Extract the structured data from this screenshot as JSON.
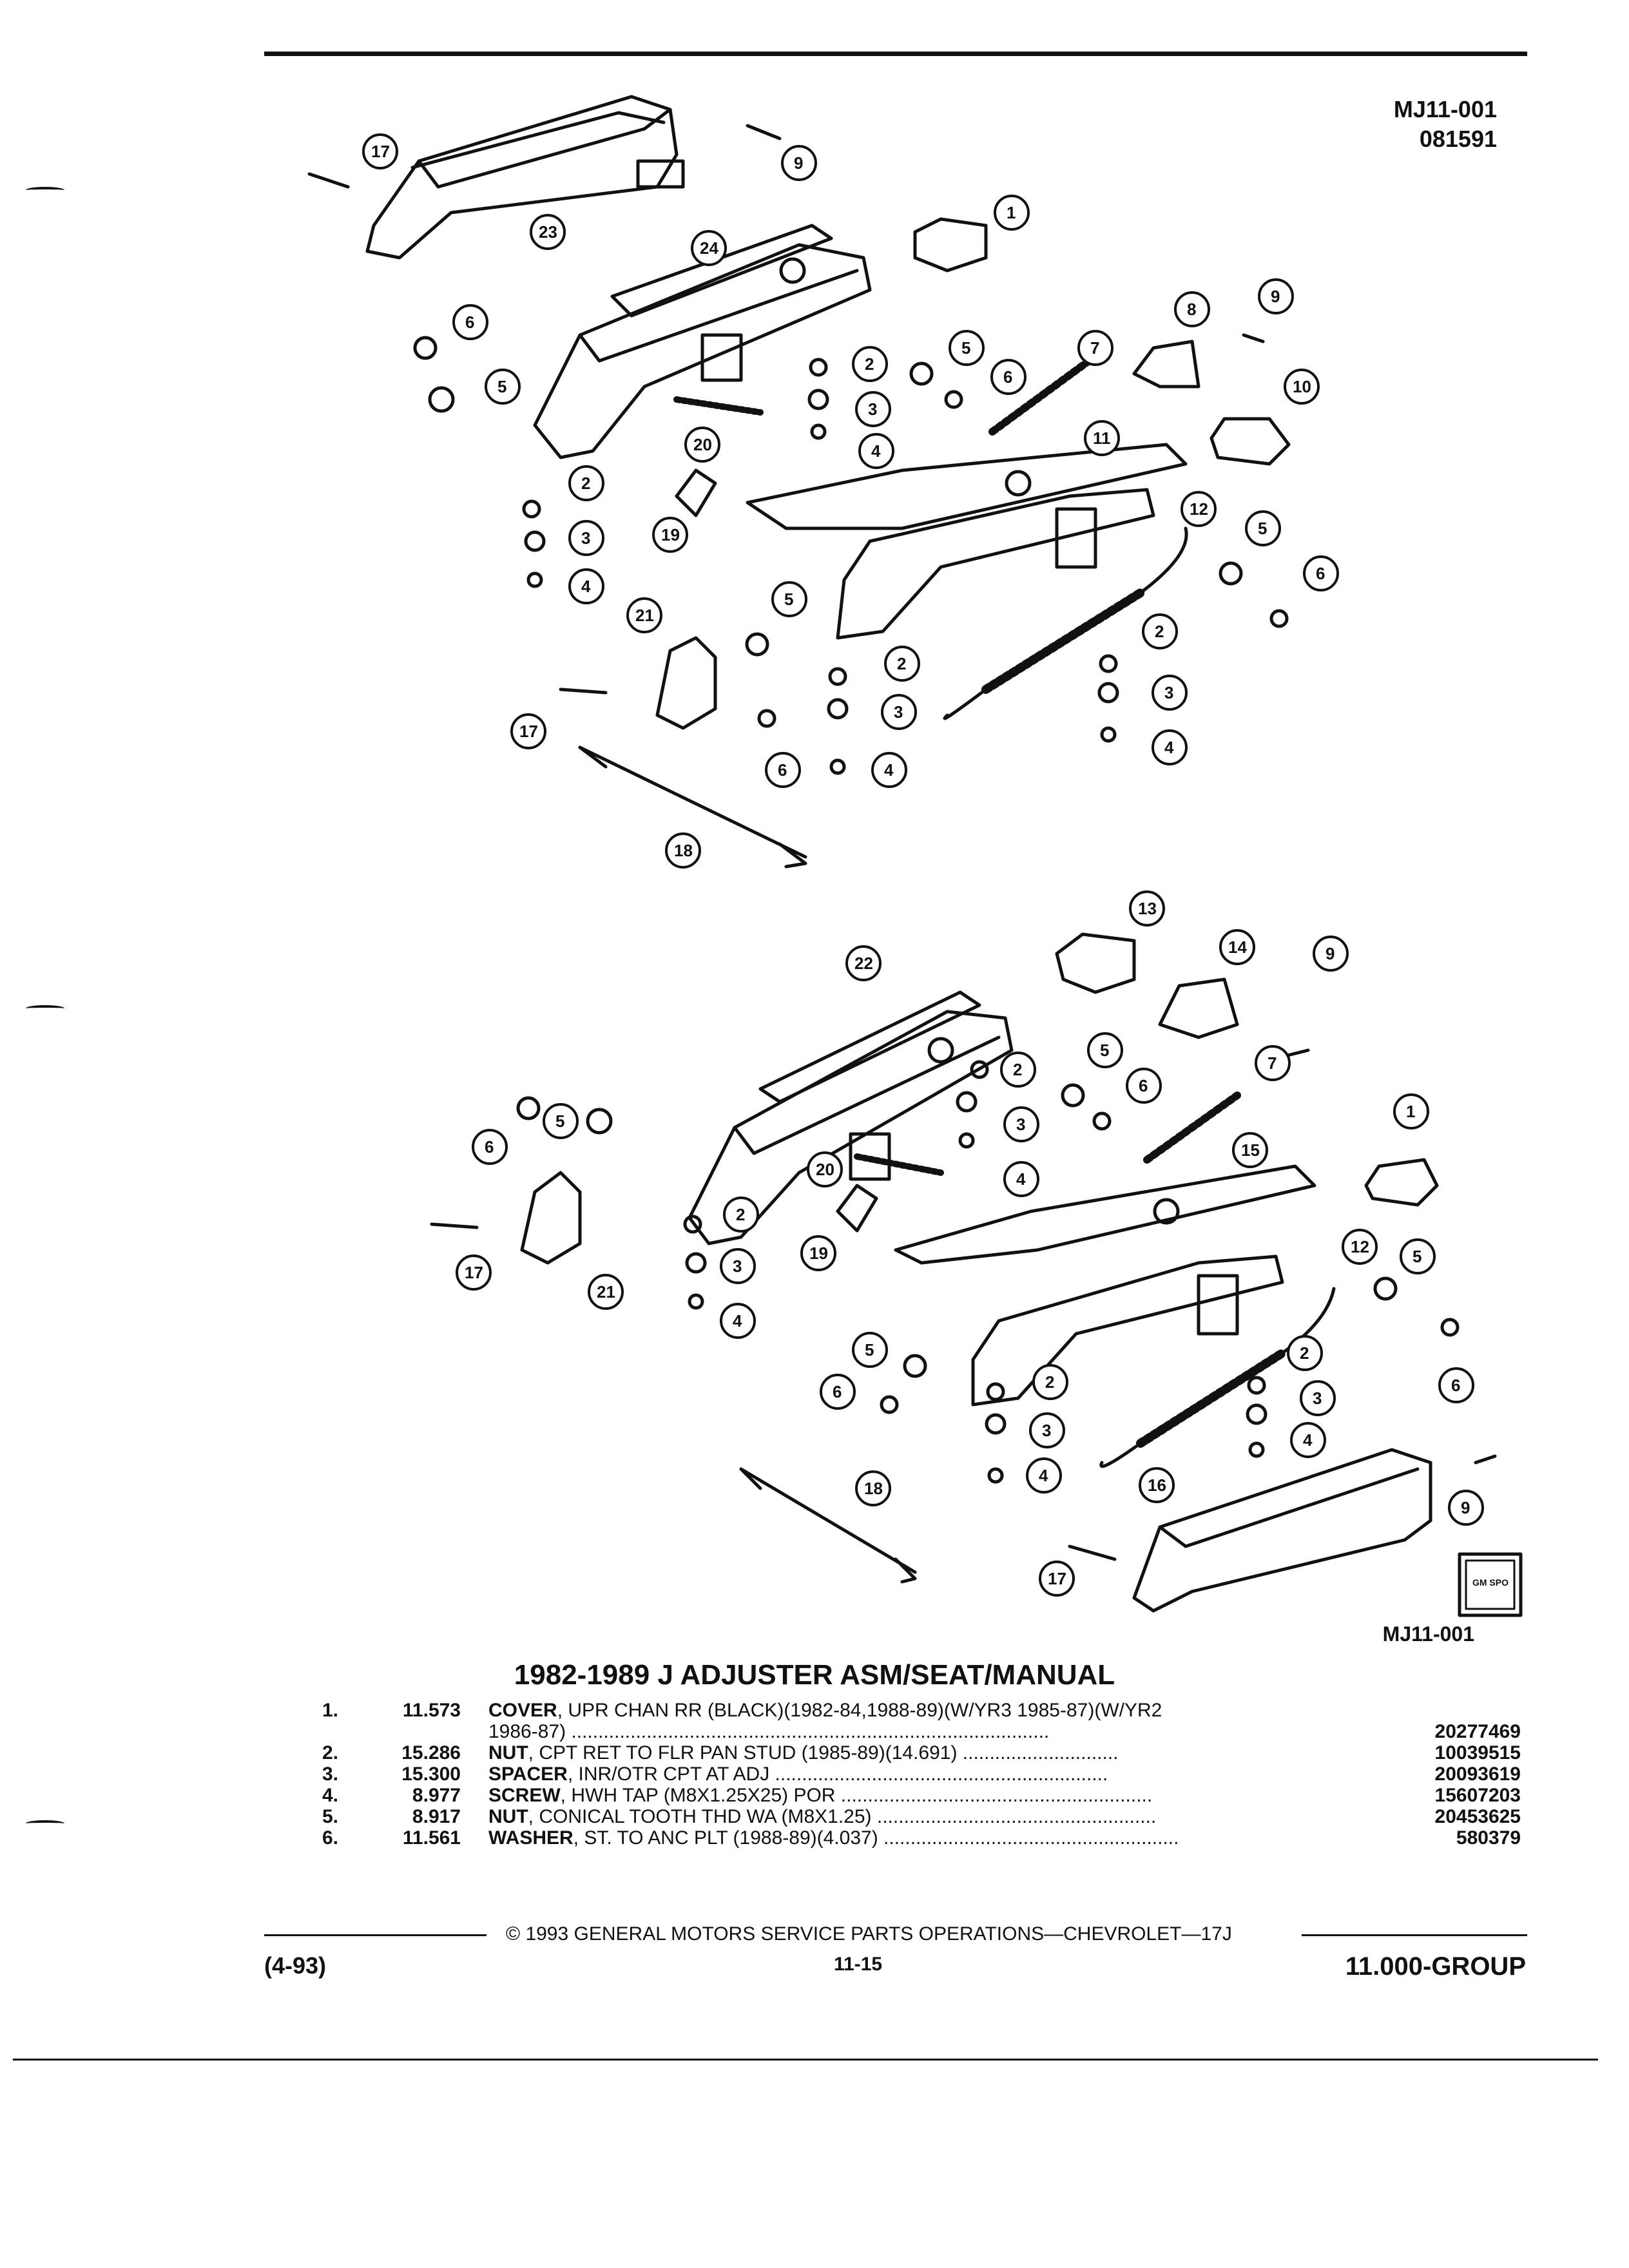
{
  "header": {
    "ref_code": "MJ11-001",
    "ref_date": "081591"
  },
  "figure": {
    "label": "MJ11-001",
    "logo_text": "GM SPO",
    "callouts_upper": [
      "17",
      "9",
      "23",
      "1",
      "24",
      "6",
      "5",
      "2",
      "3",
      "4",
      "5",
      "6",
      "7",
      "8",
      "9",
      "10",
      "20",
      "11",
      "2",
      "3",
      "4",
      "19",
      "12",
      "5",
      "6",
      "21",
      "5",
      "2",
      "3",
      "4",
      "17",
      "6",
      "2",
      "3",
      "4",
      "18"
    ],
    "callouts_lower": [
      "13",
      "22",
      "14",
      "9",
      "2",
      "5",
      "6",
      "7",
      "1",
      "6",
      "5",
      "20",
      "3",
      "15",
      "4",
      "17",
      "21",
      "2",
      "19",
      "3",
      "4",
      "12",
      "5",
      "2",
      "5",
      "6",
      "3",
      "2",
      "4",
      "6",
      "3",
      "18",
      "4",
      "16",
      "9",
      "17"
    ]
  },
  "title": "1982-1989 J ADJUSTER ASM/SEAT/MANUAL",
  "parts": [
    {
      "num": "1.",
      "qty": "11.573",
      "name": "COVER",
      "desc": ", UPR CHAN RR (BLACK)(1982-84,1988-89)(W/YR3 1985-87)(W/YR2",
      "desc2": "1986-87) .........................................................................................",
      "pn": "20277469"
    },
    {
      "num": "2.",
      "qty": "15.286",
      "name": "NUT",
      "desc": ", CPT RET TO FLR PAN STUD (1985-89)(14.691) .............................",
      "pn": "10039515"
    },
    {
      "num": "3.",
      "qty": "15.300",
      "name": "SPACER",
      "desc": ", INR/OTR CPT AT ADJ ..............................................................",
      "pn": "20093619"
    },
    {
      "num": "4.",
      "qty": "8.977",
      "name": "SCREW",
      "desc": ", HWH TAP (M8X1.25X25) POR ..........................................................",
      "pn": "15607203"
    },
    {
      "num": "5.",
      "qty": "8.917",
      "name": "NUT",
      "desc": ", CONICAL TOOTH THD WA (M8X1.25) ....................................................",
      "pn": "20453625"
    },
    {
      "num": "6.",
      "qty": "11.561",
      "name": "WASHER",
      "desc": ", ST. TO ANC PLT (1988-89)(4.037) .......................................................",
      "pn": "580379"
    }
  ],
  "footer": {
    "copyright": "© 1993 GENERAL MOTORS SERVICE PARTS OPERATIONS—CHEVROLET—17J",
    "left": "(4-93)",
    "center": "11-15",
    "right": "11.000-GROUP"
  }
}
